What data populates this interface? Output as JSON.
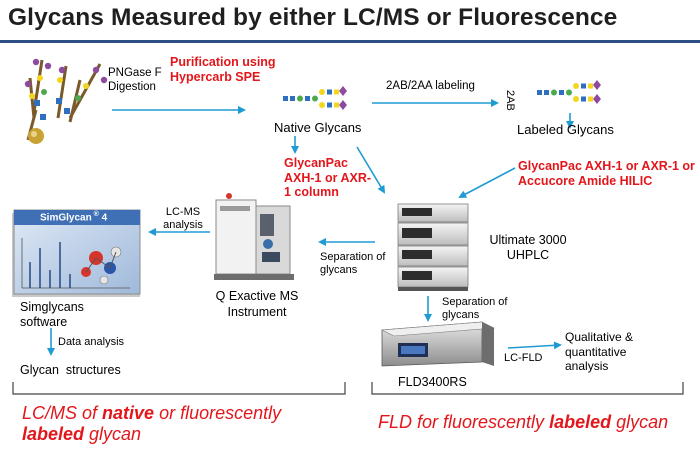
{
  "title": "Glycans Measured by either LC/MS or Fluorescence",
  "steps": {
    "pngase": "PNGase F Digestion",
    "purification": "Purification using Hypercarb SPE",
    "native_glycans": "Native Glycans",
    "labeling": "2AB/2AA labeling",
    "tag_2ab": "2AB",
    "labeled_glycans": "Labeled Glycans",
    "glycanpac_native": "GlycanPac AXH-1 or AXR-1 column",
    "glycanpac_labeled": "GlycanPac AXH-1 or AXR-1 or Accucore Amide HILIC",
    "uhplc": "Ultimate 3000 UHPLC",
    "separation_left": "Separation of glycans",
    "separation_down": "Separation of glycans",
    "lcms_analysis": "LC-MS analysis",
    "qexactive": "Q Exactive MS Instrument",
    "simglycan_logo": "SimGlycan",
    "simglycan_version": "4",
    "software": "Simglycans software",
    "data_analysis": "Data analysis",
    "glycan_structures": "Glycan  structures",
    "fld_model": "FLD3400RS",
    "lc_fld": "LC-FLD",
    "qualitative": "Qualitative & quantitative analysis"
  },
  "footer": {
    "left_a": "LC/MS of ",
    "left_b": "native",
    "left_c": " or fluorescently",
    "left_d": "labeled",
    "left_e": " glycan",
    "right_a": "FLD for fluorescently ",
    "right_b": "labeled",
    "right_c": " glycan"
  },
  "colors": {
    "arrow": "#1f9bd4",
    "accent_red": "#e2161b",
    "rule": "#2e4f86",
    "glycan_purple": "#8e4a9e",
    "glycan_blue": "#2f6fc0",
    "glycan_yellow": "#f4d61e",
    "glycan_green": "#4caa4c"
  }
}
